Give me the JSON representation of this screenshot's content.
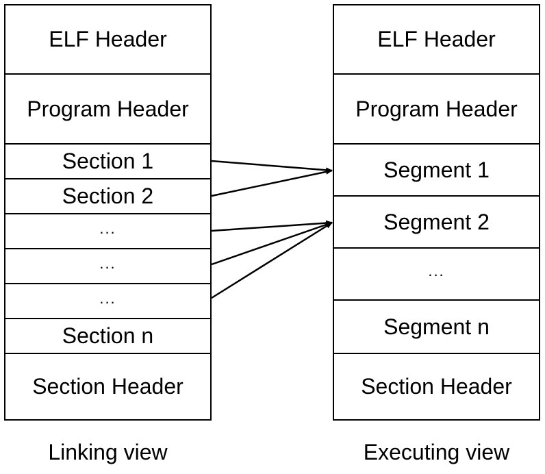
{
  "linking_view": {
    "caption": "Linking view",
    "rows": [
      "ELF Header",
      "Program Header",
      "Section 1",
      "Section 2",
      "...",
      "...",
      "...",
      "Section n",
      "Section Header"
    ]
  },
  "executing_view": {
    "caption": "Executing view",
    "rows": [
      "ELF Header",
      "Program Header",
      "Segment 1",
      "Segment 2",
      "...",
      "Segment n",
      "Section Header"
    ]
  },
  "mappings": [
    {
      "from": "Section 1",
      "to": "Segment 1"
    },
    {
      "from": "Section 2",
      "to": "Segment 1"
    },
    {
      "from": "...",
      "to": "Segment 2"
    },
    {
      "from": "...",
      "to": "Segment 2"
    },
    {
      "from": "...",
      "to": "Segment 2"
    }
  ]
}
